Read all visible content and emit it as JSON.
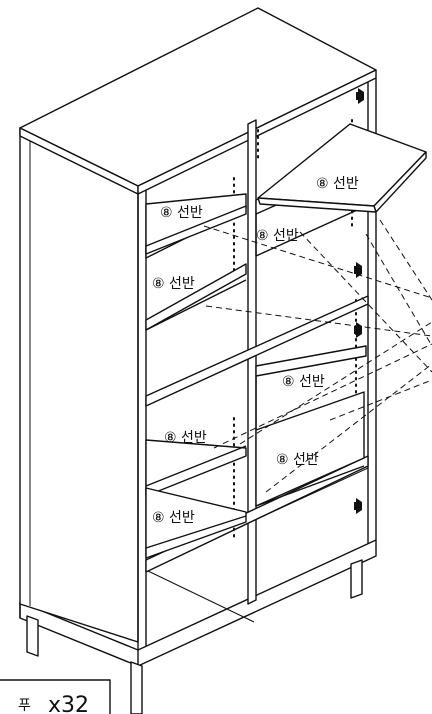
{
  "shelves": {
    "marker": "⑧",
    "name": "선반"
  },
  "quantity_box": {
    "partial_text": "푸",
    "count": "x32"
  }
}
